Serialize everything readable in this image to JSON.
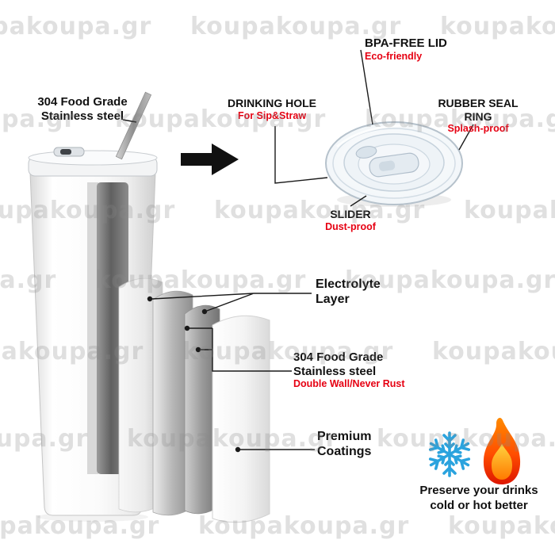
{
  "watermark": {
    "text": "koupakoupa.gr"
  },
  "callouts": {
    "straw_material": {
      "line1": "304 Food Grade",
      "line2": "Stainless steel"
    },
    "bpa_free_lid": {
      "title": "BPA-FREE LID",
      "subtitle": "Eco-friendly"
    },
    "drinking_hole": {
      "title": "DRINKING HOLE",
      "subtitle": "For Sip&Straw"
    },
    "rubber_seal_ring": {
      "title": "RUBBER SEAL RING",
      "subtitle": "Splash-proof"
    },
    "slider": {
      "title": "SLIDER",
      "subtitle": "Dust-proof"
    },
    "electrolyte_layer": {
      "line1": "Electrolyte",
      "line2": "Layer"
    },
    "stainless_wall": {
      "line1": "304 Food Grade",
      "line2": "Stainless steel",
      "subtitle": "Double Wall/Never Rust"
    },
    "premium_coatings": {
      "line1": "Premium",
      "line2": "Coatings"
    }
  },
  "footer": {
    "line1": "Preserve your drinks",
    "line2": "cold or hot better"
  },
  "icons": {
    "snowflake": "snowflake-icon",
    "flame": "flame-icon",
    "arrow": "right-arrow-icon"
  },
  "colors": {
    "accent_red": "#e60012",
    "text_black": "#111111",
    "snowflake_blue": "#2aa3de",
    "flame_orange": "#ff7a00",
    "flame_red": "#e81c00",
    "watermark_gray": "#8a8a8a"
  }
}
